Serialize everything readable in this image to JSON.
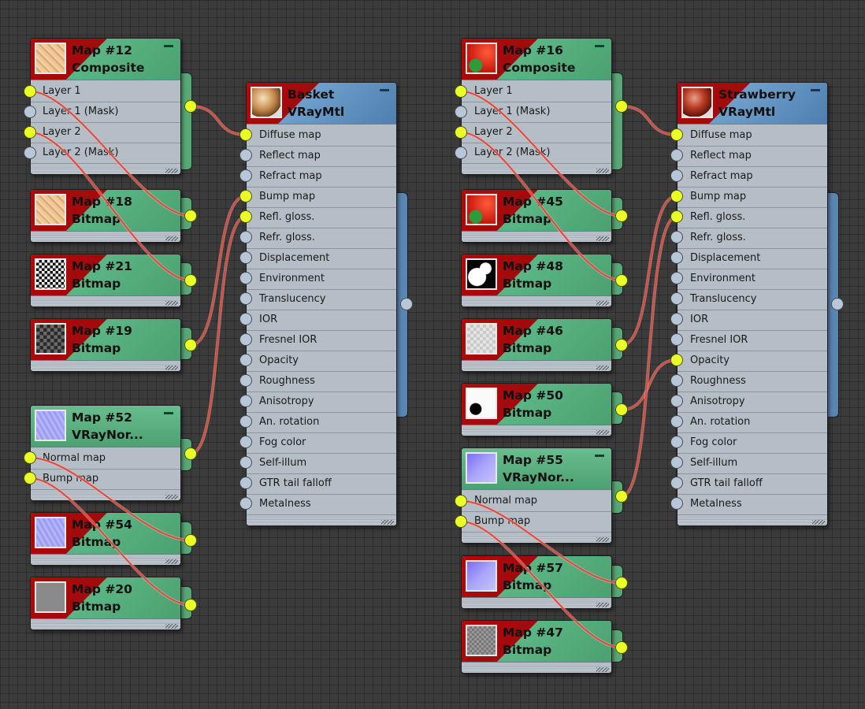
{
  "app": "Slate Material Editor",
  "colors": {
    "wire": "#e0483f",
    "socket_connected": "#eaff28",
    "socket_empty": "#b8c7d8",
    "map_header": "#58a777",
    "material_header": "#5a86b4",
    "thumb_fail_red": "#b5080a"
  },
  "material_slot_labels": [
    "Diffuse map",
    "Reflect map",
    "Refract map",
    "Bump map",
    "Refl. gloss.",
    "Refr. gloss.",
    "Displacement",
    "Environment",
    "Translucency",
    "IOR",
    "Fresnel IOR",
    "Opacity",
    "Roughness",
    "Anisotropy",
    "An. rotation",
    "Fog color",
    "Self-illum",
    "GTR tail falloff",
    "Metalness"
  ],
  "nodes": {
    "map12": {
      "title": "Map #12",
      "type": "Composite",
      "thumb": "peach-texture",
      "slots": [
        "Layer 1",
        "Layer 1 (Mask)",
        "Layer 2",
        "Layer 2 (Mask)"
      ]
    },
    "map18": {
      "title": "Map #18",
      "type": "Bitmap",
      "thumb": "peach-texture"
    },
    "map21": {
      "title": "Map #21",
      "type": "Bitmap",
      "thumb": "bw-weave-texture"
    },
    "map19": {
      "title": "Map #19",
      "type": "Bitmap",
      "thumb": "dark-noise-texture"
    },
    "map52": {
      "title": "Map #52",
      "type": "VRayNor...",
      "thumb": "normal-map-texture",
      "slots": [
        "Normal map",
        "Bump map"
      ]
    },
    "map54": {
      "title": "Map #54",
      "type": "Bitmap",
      "thumb": "normal-map-texture"
    },
    "map20": {
      "title": "Map #20",
      "type": "Bitmap",
      "thumb": "grey-texture"
    },
    "basket": {
      "title": "Basket",
      "type": "VRayMtl",
      "thumb": "sphere-preview"
    },
    "map16": {
      "title": "Map #16",
      "type": "Composite",
      "thumb": "strawberry-texture",
      "slots": [
        "Layer 1",
        "Layer 1 (Mask)",
        "Layer 2",
        "Layer 2 (Mask)"
      ]
    },
    "map45": {
      "title": "Map #45",
      "type": "Bitmap",
      "thumb": "strawberry-texture"
    },
    "map48": {
      "title": "Map #48",
      "type": "Bitmap",
      "thumb": "bw-mask-texture"
    },
    "map46": {
      "title": "Map #46",
      "type": "Bitmap",
      "thumb": "light-grey-texture"
    },
    "map50": {
      "title": "Map #50",
      "type": "Bitmap",
      "thumb": "white-mask-texture"
    },
    "map55": {
      "title": "Map #55",
      "type": "VRayNor...",
      "thumb": "normal-map-texture",
      "slots": [
        "Normal map",
        "Bump map"
      ]
    },
    "map57": {
      "title": "Map #57",
      "type": "Bitmap",
      "thumb": "normal-map-texture"
    },
    "map47": {
      "title": "Map #47",
      "type": "Bitmap",
      "thumb": "grey-noise-texture"
    },
    "strawberry": {
      "title": "Strawberry",
      "type": "VRayMtl",
      "thumb": "red-sphere-preview"
    }
  }
}
